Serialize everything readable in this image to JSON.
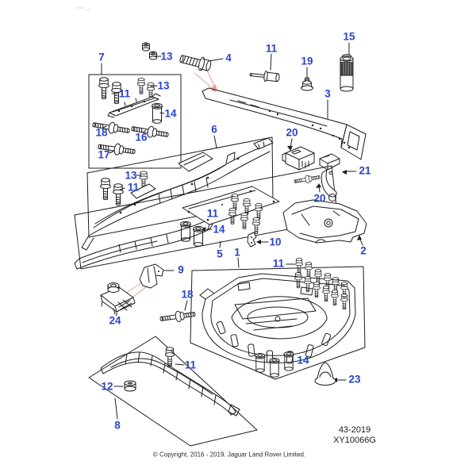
{
  "document": {
    "type": "exploded-parts-diagram",
    "background": "#ffffff"
  },
  "colors": {
    "callout_blue": "#2a44c9",
    "line_black": "#1c1c1c",
    "reference_red": "#ec9b9b",
    "knurl_dark": "#3c3c3c"
  },
  "callouts": [
    {
      "num": "7"
    },
    {
      "num": "13"
    },
    {
      "num": "4"
    },
    {
      "num": "11"
    },
    {
      "num": "19"
    },
    {
      "num": "15"
    },
    {
      "num": "3"
    },
    {
      "num": "11"
    },
    {
      "num": "13"
    },
    {
      "num": "14"
    },
    {
      "num": "18"
    },
    {
      "num": "16"
    },
    {
      "num": "17"
    },
    {
      "num": "6"
    },
    {
      "num": "13"
    },
    {
      "num": "11"
    },
    {
      "num": "11"
    },
    {
      "num": "14"
    },
    {
      "num": "5"
    },
    {
      "num": "1"
    },
    {
      "num": "10"
    },
    {
      "num": "2"
    },
    {
      "num": "20"
    },
    {
      "num": "21"
    },
    {
      "num": "20"
    },
    {
      "num": "9"
    },
    {
      "num": "24"
    },
    {
      "num": "18"
    },
    {
      "num": "11"
    },
    {
      "num": "14"
    },
    {
      "num": "23"
    },
    {
      "num": "11"
    },
    {
      "num": "12"
    },
    {
      "num": "8"
    }
  ],
  "footer": {
    "code": "43-2019",
    "drawing_no": "XY10066G",
    "copyright": "© Copyright, 2016 - 2019. Jaguar Land Rover Limited."
  }
}
